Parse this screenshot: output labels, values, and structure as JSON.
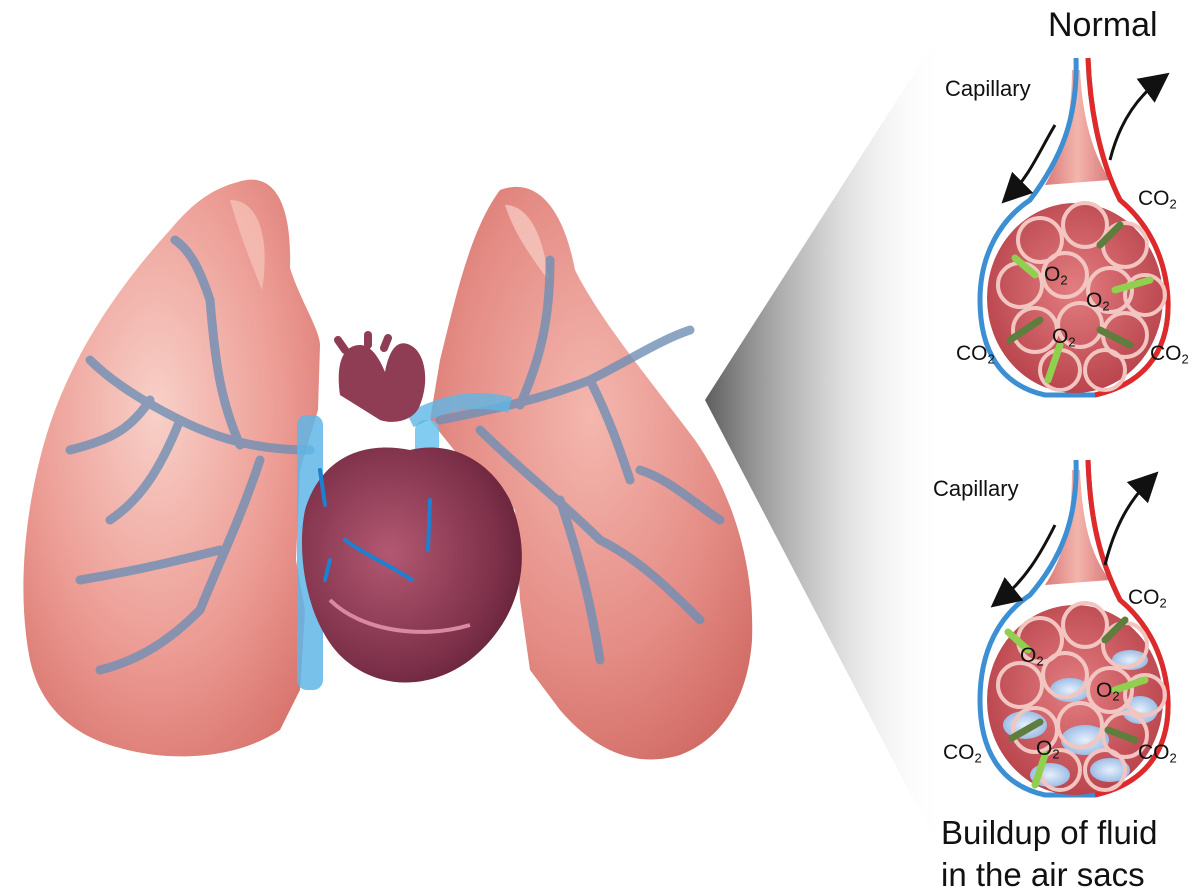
{
  "labels": {
    "normal_title": "Normal",
    "capillary_top": "Capillary",
    "capillary_bottom": "Capillary",
    "caption_line1": "Buildup of fluid",
    "caption_line2": "in the air sacs",
    "co2": "CO",
    "co2_sub": "2",
    "o2": "O",
    "o2_sub": "2"
  },
  "colors": {
    "lung": "#e9938c",
    "lung_highlight": "#f6c4bb",
    "airways": "#6f8fb5",
    "heart": "#8f3d55",
    "vein_blue": "#3d8fd4",
    "artery_red": "#e02a2a",
    "alveoli": "#c94f55",
    "fluid": "#a9c8ec",
    "arrow_light": "#8fd14f",
    "arrow_dark": "#5f7d3c",
    "zoom_shadow": "#777777"
  }
}
